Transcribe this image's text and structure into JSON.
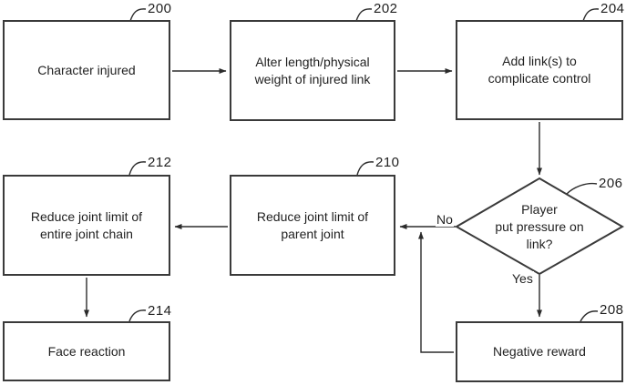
{
  "figure": {
    "type": "flowchart",
    "background": "#ffffff",
    "line_color": "#2b2b2b",
    "text_color": "#1f1f1f"
  },
  "nodes": {
    "n200": {
      "ref": "200",
      "shape": "rect",
      "lines": [
        "Character injured"
      ]
    },
    "n202": {
      "ref": "202",
      "shape": "rect",
      "lines": [
        "Alter length/physical",
        "weight of injured link"
      ]
    },
    "n204": {
      "ref": "204",
      "shape": "rect",
      "lines": [
        "Add link(s) to",
        "complicate control"
      ]
    },
    "n206": {
      "ref": "206",
      "shape": "diamond",
      "lines": [
        "Player",
        "put pressure on",
        "link?"
      ]
    },
    "n208": {
      "ref": "208",
      "shape": "rect",
      "lines": [
        "Negative reward"
      ]
    },
    "n210": {
      "ref": "210",
      "shape": "rect",
      "lines": [
        "Reduce joint limit of",
        "parent joint"
      ]
    },
    "n212": {
      "ref": "212",
      "shape": "rect",
      "lines": [
        "Reduce joint limit of",
        "entire joint chain"
      ]
    },
    "n214": {
      "ref": "214",
      "shape": "rect",
      "lines": [
        "Face reaction"
      ]
    }
  },
  "edge_labels": {
    "no": "No",
    "yes": "Yes"
  }
}
